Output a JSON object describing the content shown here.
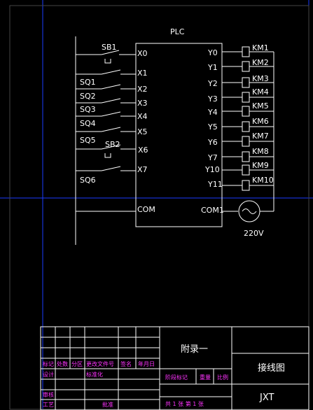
{
  "diagram": {
    "plc_label": "PLC",
    "inputs": [
      {
        "terminal": "X0",
        "device": "SB1"
      },
      {
        "terminal": "X1",
        "device": ""
      },
      {
        "terminal": "X2",
        "device": "SQ1"
      },
      {
        "terminal": "X3",
        "device": "SQ2"
      },
      {
        "terminal": "X4",
        "device": "SQ3"
      },
      {
        "terminal": "X5",
        "device": "SQ4"
      },
      {
        "terminal": "X6",
        "device": "SQ5"
      },
      {
        "terminal": "X7",
        "device": "SB2"
      }
    ],
    "extra_input_device": "SQ6",
    "outputs": [
      {
        "terminal": "Y0",
        "relay": "KM1"
      },
      {
        "terminal": "Y1",
        "relay": "KM2"
      },
      {
        "terminal": "Y2",
        "relay": "KM3"
      },
      {
        "terminal": "Y3",
        "relay": "KM4"
      },
      {
        "terminal": "Y4",
        "relay": "KM5"
      },
      {
        "terminal": "Y5",
        "relay": "KM6"
      },
      {
        "terminal": "Y6",
        "relay": "KM7"
      },
      {
        "terminal": "Y7",
        "relay": "KM8"
      },
      {
        "terminal": "Y10",
        "relay": "KM9"
      },
      {
        "terminal": "Y11",
        "relay": "KM10"
      }
    ],
    "com_left": "COM",
    "com_right": "COM1",
    "supply_voltage": "220V"
  },
  "title_block": {
    "appendix": "附录一",
    "drawing_title": "接线图",
    "drawing_code": "JXT",
    "rev_headers": [
      "标记",
      "处数",
      "分区",
      "更改文件号",
      "签名",
      "年月日"
    ],
    "row_design": "设计",
    "row_standard": "标准化",
    "row_review": "审核",
    "row_process": "工艺",
    "row_approve": "批准",
    "stage_mark": "阶段标记",
    "weight": "重量",
    "scale": "比例",
    "sheets": "共 1 张 第 1 张"
  },
  "colors": {
    "background": "#000000",
    "lines": "#ffffff",
    "annotation": "#ff33ff",
    "frame": "#1a3cff"
  }
}
